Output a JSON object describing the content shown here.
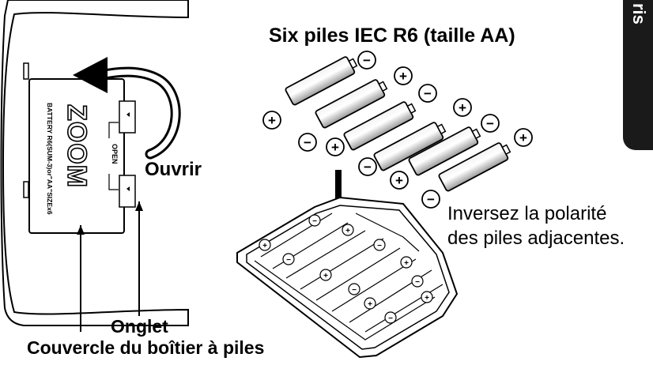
{
  "title": "Six piles IEC R6 (taille AA)",
  "open_label": "Ouvrir",
  "polarity_note": {
    "line1": "Inversez la polarité",
    "line2": "des piles adjacentes."
  },
  "tab_label": "Onglet",
  "cover_label": "Couvercle du boîtier à piles",
  "device": {
    "brand": "ZOOM",
    "battery_text": "BATTERY R6(SUM-3)or\"AA\"SIZEx6",
    "open_text": "OPEN"
  },
  "side_tab_text": "ris",
  "symbols": {
    "plus": "+",
    "minus": "−"
  }
}
